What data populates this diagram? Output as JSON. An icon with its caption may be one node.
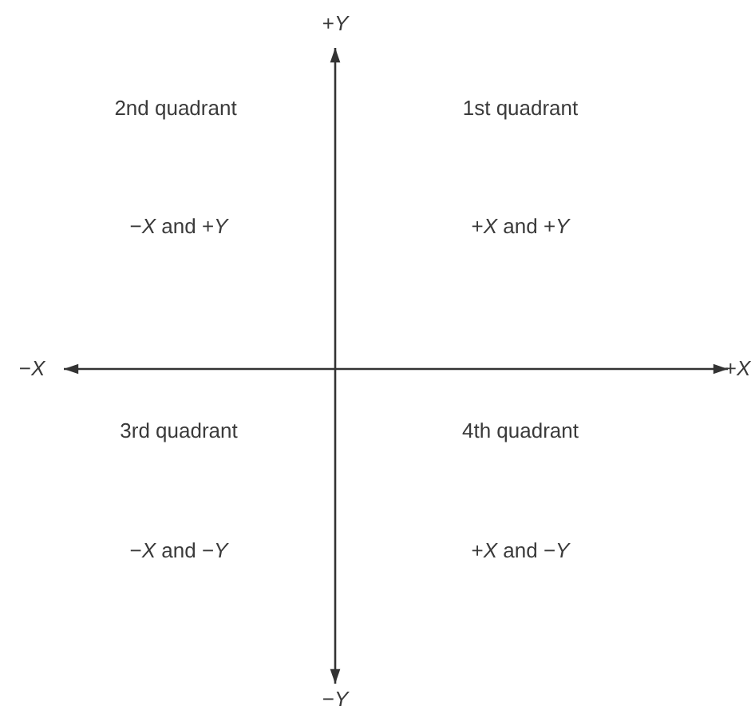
{
  "diagram": {
    "labels": [
      "+*Y*",
      "2nd quadrant",
      "1st quadrant",
      "−*X* and +*Y*",
      "+*X* and +*Y*",
      "−*X*",
      "+*X*",
      "3rd quadrant",
      "4th quadrant",
      "−*X* and −*Y*",
      "+*X* and −*Y*",
      "−*Y*"
    ]
  }
}
